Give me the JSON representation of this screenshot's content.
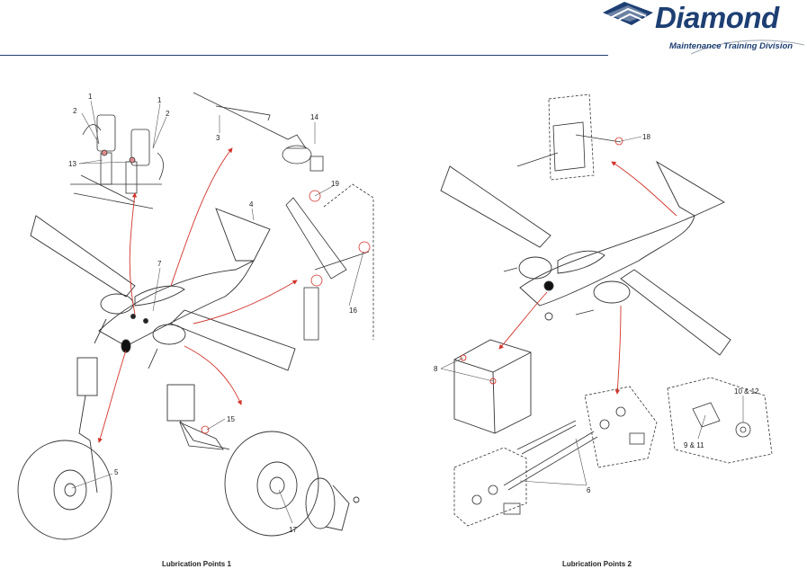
{
  "header": {
    "brand": "Diamond",
    "division": "Maintenance Training Division"
  },
  "captions": {
    "left": "Lubrication Points 1",
    "right": "Lubrication Points 2"
  },
  "callouts": {
    "left": [
      "1",
      "2",
      "1",
      "2",
      "13",
      "3",
      "14",
      "4",
      "19",
      "7",
      "16",
      "15",
      "5",
      "17"
    ],
    "right": [
      "18",
      "8",
      "10 & 12",
      "9 & 11",
      "6"
    ]
  },
  "colors": {
    "brand_blue": "#1d3f73",
    "arrow_red": "#d2342b"
  }
}
